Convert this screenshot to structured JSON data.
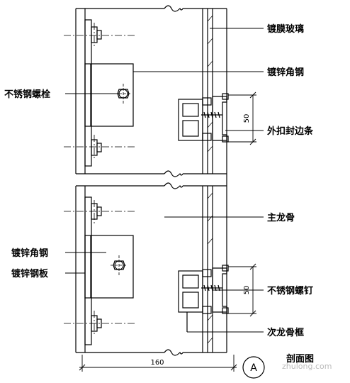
{
  "labels": {
    "coated_glass": "镀膜玻璃",
    "galv_angle_steel_top": "镀锌角钢",
    "ss_bolt": "不锈钢螺栓",
    "snap_edge_strip": "外扣封边条",
    "main_keel": "主龙骨",
    "galv_angle_steel_bottom": "镀锌角钢",
    "galv_steel_plate": "镀锌钢板",
    "ss_screw": "不锈钢螺钉",
    "secondary_frame": "次龙骨框"
  },
  "dimensions": {
    "dim_upper": "50",
    "dim_lower": "50",
    "dim_width": "160"
  },
  "section_mark": "A",
  "section_title": "剖面图",
  "watermark": "zhulong.com"
}
